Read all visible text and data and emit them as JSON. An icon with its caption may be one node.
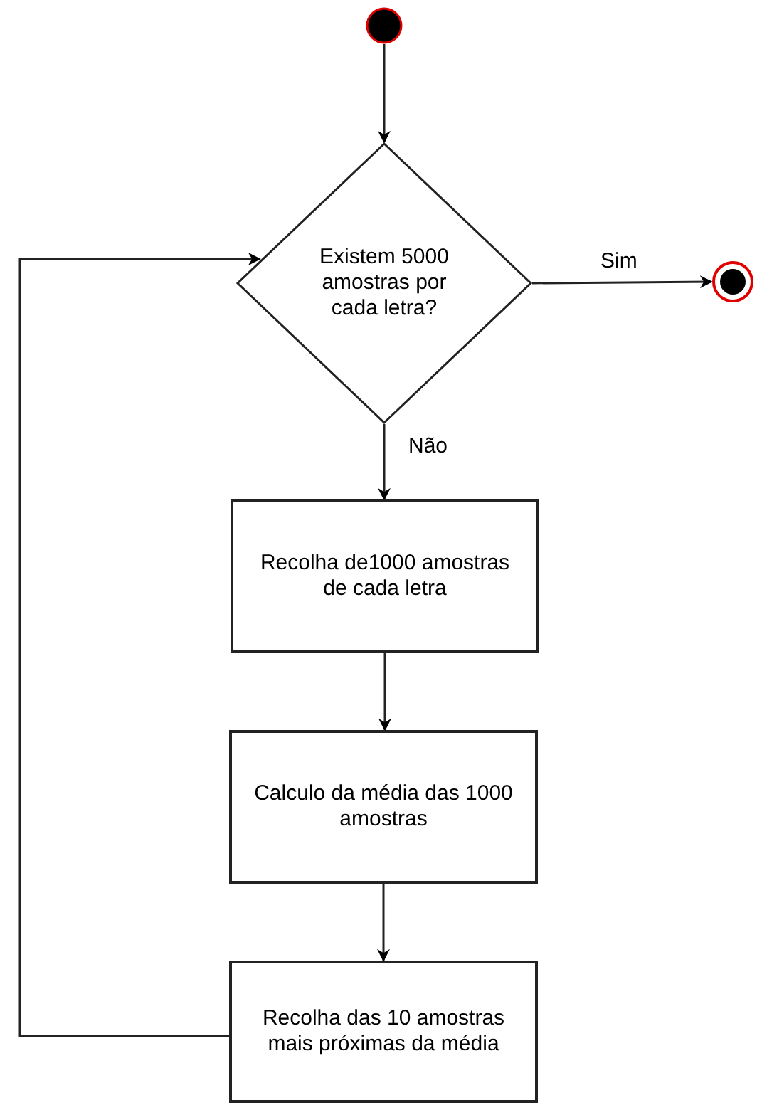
{
  "diagram": {
    "nodes": [
      {
        "text": [],
        "shape": "circle"
      },
      {
        "text": [
          "Existem 5000 amostras por cada letra?"
        ]
      },
      {
        "text": [],
        "shape": "circle"
      },
      {
        "text": [
          "Recolha de1000 amostras de cada letra"
        ]
      },
      {
        "text": [
          "Calculo da média das 1000 amostras"
        ]
      },
      {
        "text": [
          "Recolha das 10 amostras mais próximas da média"
        ]
      }
    ],
    "edges": [
      {
        "from": 0,
        "to": 1,
        "arrow": "to"
      },
      {
        "from": 1,
        "to": 2,
        "arrow": "to",
        "label": "Sim"
      },
      {
        "from": 1,
        "to": 3,
        "arrow": "to",
        "label": "Não"
      },
      {
        "from": 3,
        "to": 4,
        "arrow": "to"
      },
      {
        "from": 4,
        "to": 5,
        "arrow": "to"
      },
      {
        "from": 5,
        "to": 1,
        "arrow": "to"
      }
    ]
  }
}
